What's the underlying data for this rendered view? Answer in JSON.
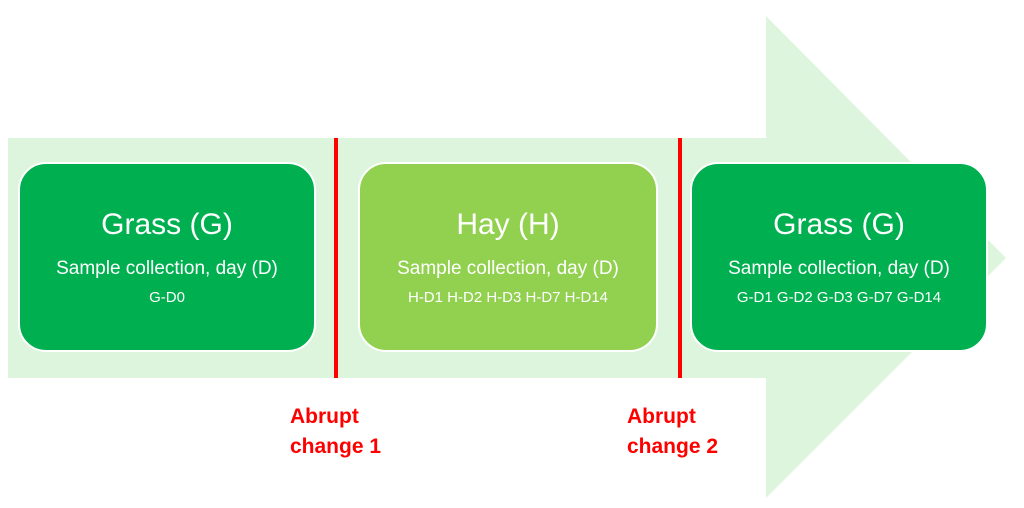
{
  "colors": {
    "arrow_fill": "#dcf5dc",
    "grass_box": "#00b050",
    "hay_box": "#92d050",
    "box_text": "#ffffff",
    "change_line": "#ff0000",
    "change_text": "#ff0000"
  },
  "stages": [
    {
      "title": "Grass (G)",
      "subtitle": "Sample collection, day (D)",
      "samples": "G-D0",
      "color_key": "grass_box"
    },
    {
      "title": "Hay (H)",
      "subtitle": "Sample collection, day (D)",
      "samples": "H-D1 H-D2 H-D3 H-D7 H-D14",
      "color_key": "hay_box"
    },
    {
      "title": "Grass (G)",
      "subtitle": "Sample collection, day (D)",
      "samples": "G-D1 G-D2 G-D3 G-D7 G-D14",
      "color_key": "grass_box"
    }
  ],
  "changes": [
    {
      "line1": "Abrupt",
      "line2": "change 1"
    },
    {
      "line1": "Abrupt",
      "line2": "change 2"
    }
  ]
}
